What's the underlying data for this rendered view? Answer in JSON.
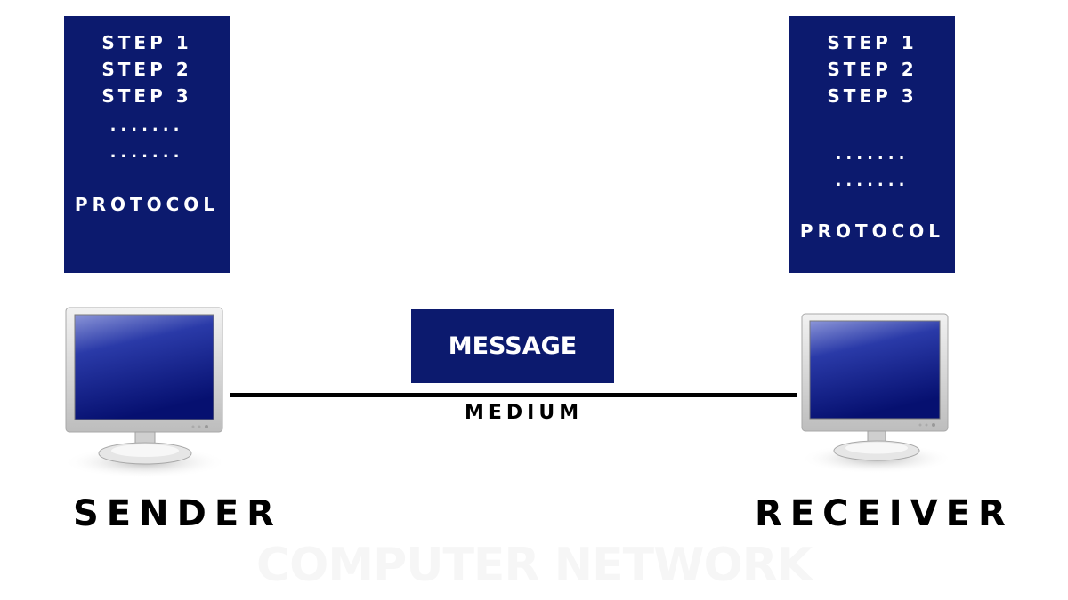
{
  "sender_protocol": {
    "steps": [
      "STEP 1",
      "STEP 2",
      "STEP 3"
    ],
    "dots": [
      ".......",
      "......."
    ],
    "label": "PROTOCOL"
  },
  "receiver_protocol": {
    "steps": [
      "STEP 1",
      "STEP 2",
      "STEP 3"
    ],
    "dots": [
      ".......",
      "......."
    ],
    "label": "PROTOCOL"
  },
  "message": "MESSAGE",
  "medium": "MEDIUM",
  "sender": "SENDER",
  "receiver": "RECEIVER",
  "watermark": "COMPUTER NETWORK",
  "colors": {
    "box": "#0c1a6e",
    "text": "#ffffff",
    "line": "#000000"
  },
  "icons": {
    "sender_device": "computer-monitor-icon",
    "receiver_device": "computer-monitor-icon"
  }
}
